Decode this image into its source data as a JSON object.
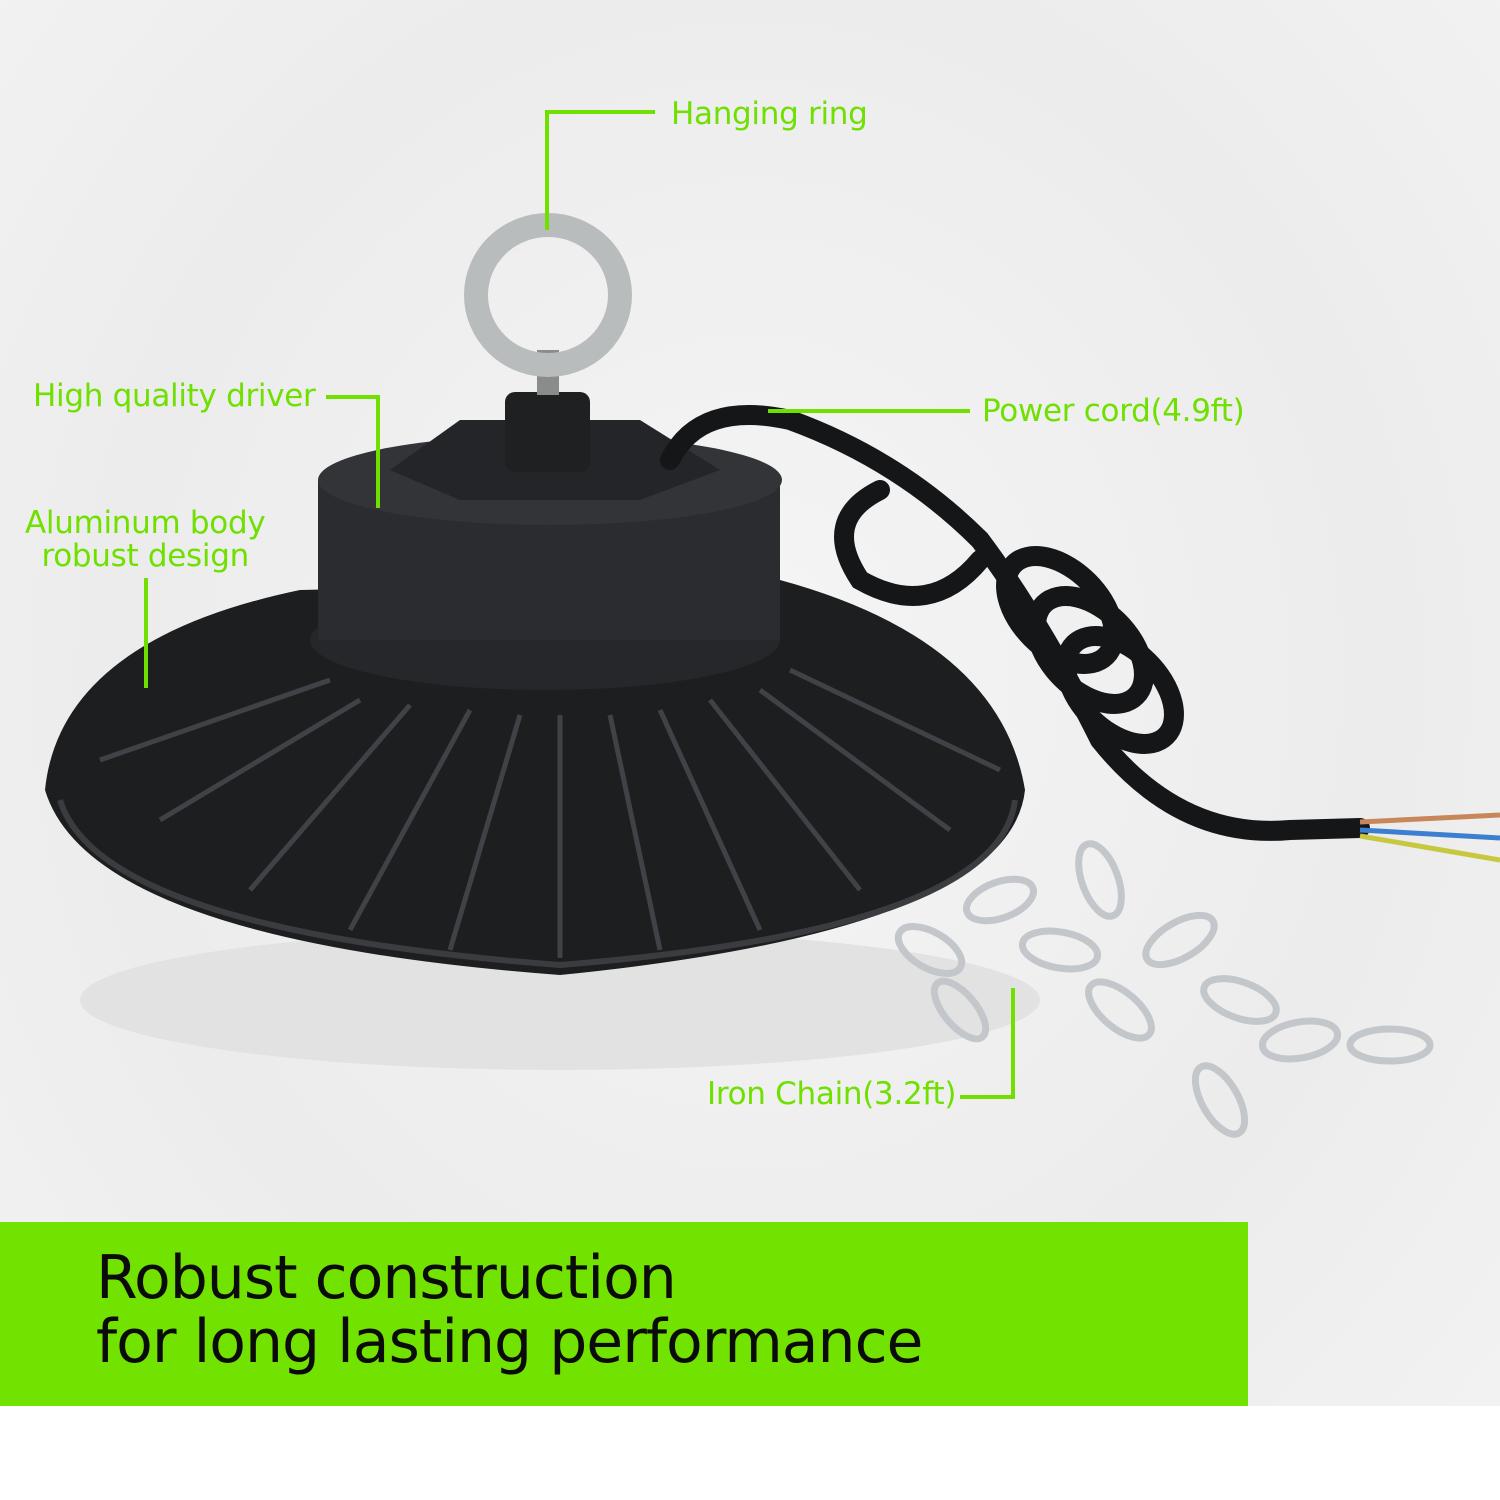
{
  "callouts": {
    "hanging_ring": "Hanging ring",
    "driver": "High quality driver",
    "body_line1": "Aluminum body",
    "body_line2": "robust design",
    "power_cord": "Power cord(4.9ft)",
    "iron_chain": "Iron Chain(3.2ft)"
  },
  "banner": {
    "line1": "Robust construction",
    "line2": "for long lasting performance"
  },
  "colors": {
    "accent": "#72e200",
    "label": "#6fe000",
    "product": "#1c1d1f"
  }
}
